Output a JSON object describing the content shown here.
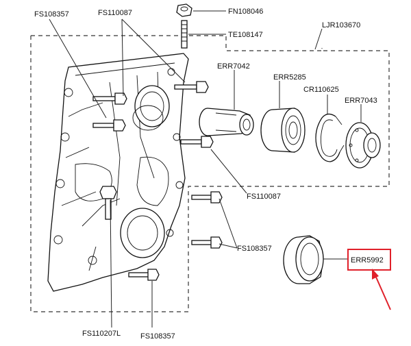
{
  "labels": {
    "fs108357_top": "FS108357",
    "fs110087_top": "FS110087",
    "fn108046": "FN108046",
    "te108147": "TE108147",
    "ljr103670": "LJR103670",
    "err7042": "ERR7042",
    "err5285": "ERR5285",
    "cr110625": "CR110625",
    "err7043": "ERR7043",
    "fs110087_mid": "FS110087",
    "fs108357_mid": "FS108357",
    "err5992": "ERR5992",
    "fs110207l": "FS110207L",
    "fs108357_bottom": "FS108357"
  },
  "colors": {
    "highlight": "#e0202a",
    "ink": "#111111"
  }
}
